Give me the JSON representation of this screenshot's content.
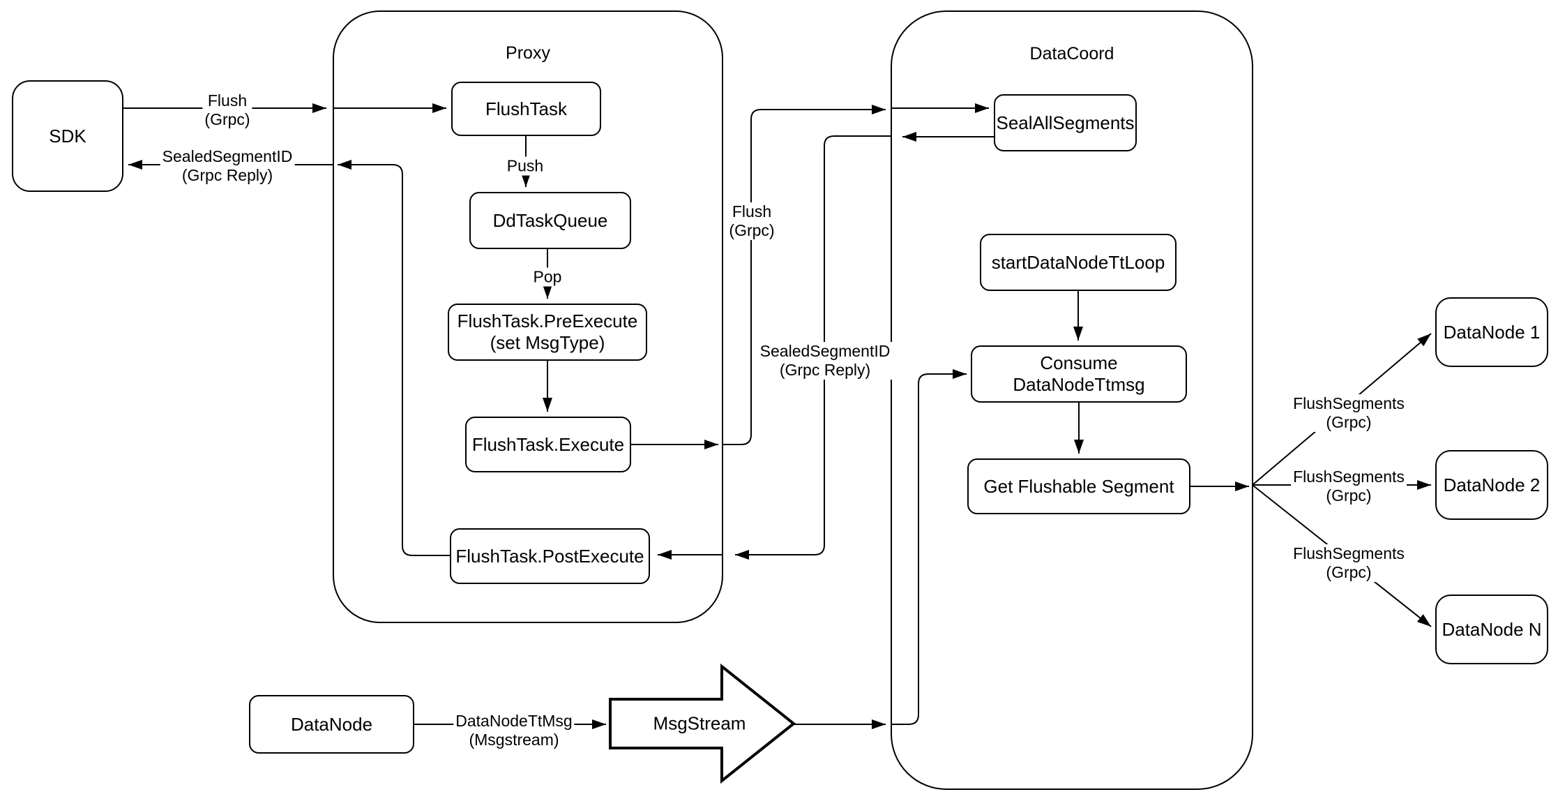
{
  "containers": {
    "proxy": {
      "title": "Proxy"
    },
    "datacoord": {
      "title": "DataCoord"
    }
  },
  "nodes": {
    "sdk": {
      "label": "SDK"
    },
    "flush_task": {
      "label": "FlushTask"
    },
    "dd_task_queue": {
      "label": "DdTaskQueue"
    },
    "pre_execute": {
      "line1": "FlushTask.PreExecute",
      "line2": "(set MsgType)"
    },
    "execute": {
      "label": "FlushTask.Execute"
    },
    "post_execute": {
      "label": "FlushTask.PostExecute"
    },
    "seal_all_segments": {
      "label": "SealAllSegments"
    },
    "start_datanode_tt_loop": {
      "label": "startDataNodeTtLoop"
    },
    "consume_datanode_ttmsg": {
      "label": "Consume DataNodeTtmsg"
    },
    "get_flushable_segment": {
      "label": "Get Flushable Segment"
    },
    "datanode_source": {
      "label": "DataNode"
    },
    "msgstream": {
      "label": "MsgStream"
    },
    "datanode_1": {
      "label": "DataNode 1"
    },
    "datanode_2": {
      "label": "DataNode 2"
    },
    "datanode_n": {
      "label": "DataNode N"
    }
  },
  "edge_labels": {
    "flush_sdk": {
      "line1": "Flush",
      "line2": "(Grpc)"
    },
    "reply_sdk": {
      "line1": "SealedSegmentID",
      "line2": "(Grpc Reply)"
    },
    "push": {
      "label": "Push"
    },
    "pop": {
      "label": "Pop"
    },
    "flush_mid": {
      "line1": "Flush",
      "line2": "(Grpc)"
    },
    "reply_mid": {
      "line1": "SealedSegmentID",
      "line2": "(Grpc Reply)"
    },
    "datanode_ttmsg": {
      "line1": "DataNodeTtMsg",
      "line2": "(Msgstream)"
    },
    "flush_segments_1": {
      "line1": "FlushSegments",
      "line2": "(Grpc)"
    },
    "flush_segments_2": {
      "line1": "FlushSegments",
      "line2": "(Grpc)"
    },
    "flush_segments_3": {
      "line1": "FlushSegments",
      "line2": "(Grpc)"
    }
  },
  "colors": {
    "stroke": "#000000",
    "fill": "#ffffff",
    "background": "#ffffff"
  }
}
